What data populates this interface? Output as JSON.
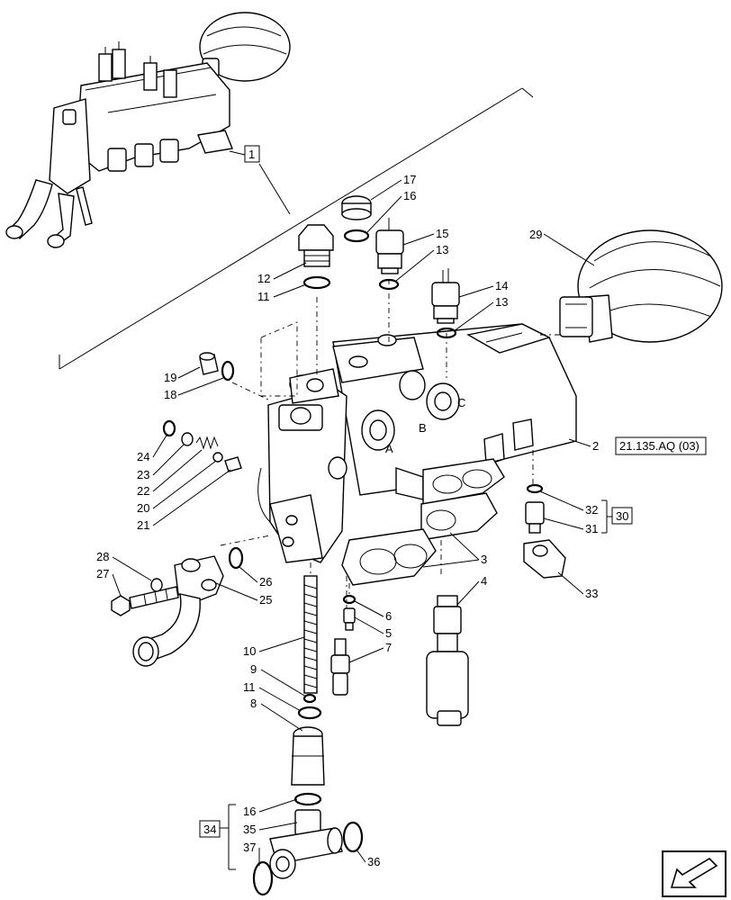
{
  "callouts": {
    "c1": "1",
    "c2": "2",
    "c2_ref": "21.135.AQ (03)",
    "c3": "3",
    "c4": "4",
    "c5": "5",
    "c6": "6",
    "c7": "7",
    "c8": "8",
    "c9": "9",
    "c10": "10",
    "c11a": "11",
    "c11b": "11",
    "c12": "12",
    "c13a": "13",
    "c13b": "13",
    "c14": "14",
    "c15": "15",
    "c16a": "16",
    "c16b": "16",
    "c17": "17",
    "c18": "18",
    "c19": "19",
    "c20": "20",
    "c21": "21",
    "c22": "22",
    "c23": "23",
    "c24": "24",
    "c25": "25",
    "c26": "26",
    "c27": "27",
    "c28": "28",
    "c29": "29",
    "c30": "30",
    "c31": "31",
    "c32": "32",
    "c33": "33",
    "c34": "34",
    "c35": "35",
    "c36": "36",
    "c37": "37"
  },
  "body_letters": {
    "a": "A",
    "b": "B",
    "c": "C"
  },
  "icons": {
    "nav": "next-page-arrow-icon"
  }
}
